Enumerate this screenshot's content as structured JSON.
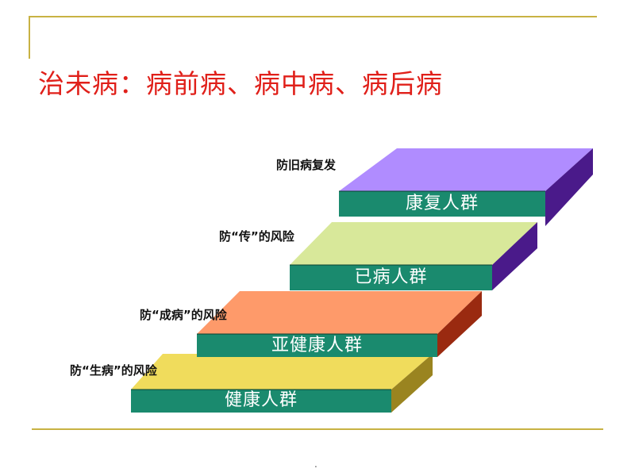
{
  "title": "治未病：病前病、病中病、病后病",
  "colors": {
    "accent_line": "#c8b243",
    "title": "#e0201a",
    "step_front": "#1a8a6e",
    "level_tops": [
      "#f0dc5c",
      "#fe9a6a",
      "#d8e89a",
      "#b08cff"
    ],
    "level_sides": [
      "#9a8420",
      "#9a2a10",
      "#4a1a8a",
      "#4a1a8a"
    ]
  },
  "staircase": [
    {
      "group": "健康人群",
      "risk": "防“生病”的风险"
    },
    {
      "group": "亚健康人群",
      "risk": "防“成病”的风险"
    },
    {
      "group": "已病人群",
      "risk": "防“传”的风险"
    },
    {
      "group": "康复人群",
      "risk": "防旧病复发"
    }
  ],
  "footer": {
    "page_marker": "."
  }
}
